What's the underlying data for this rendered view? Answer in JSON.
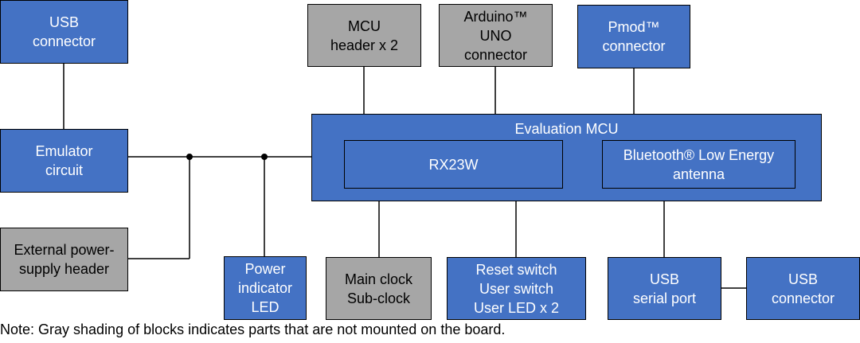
{
  "blocks": {
    "usb_connector_top": "USB\nconnector",
    "emulator": "Emulator\ncircuit",
    "ext_power": "External power-\nsupply header",
    "mcu_header": "MCU\nheader x 2",
    "arduino": "Arduino™\nUNO\nconnector",
    "pmod": "Pmod™\nconnector",
    "eval_mcu": "Evaluation MCU",
    "rx23w": "RX23W",
    "ble": "Bluetooth® Low Energy\nantenna",
    "power_led": "Power\nindicator\nLED",
    "clock": "Main clock\nSub-clock",
    "switches": "Reset switch\nUser switch\nUser LED x 2",
    "usb_serial": "USB\nserial port",
    "usb_connector_right": "USB\nconnector"
  },
  "note": "Note: Gray shading of blocks indicates parts that are not mounted on the board.",
  "colors": {
    "mounted": "#4472c4",
    "not_mounted": "#a6a6a6",
    "line": "#000000"
  }
}
